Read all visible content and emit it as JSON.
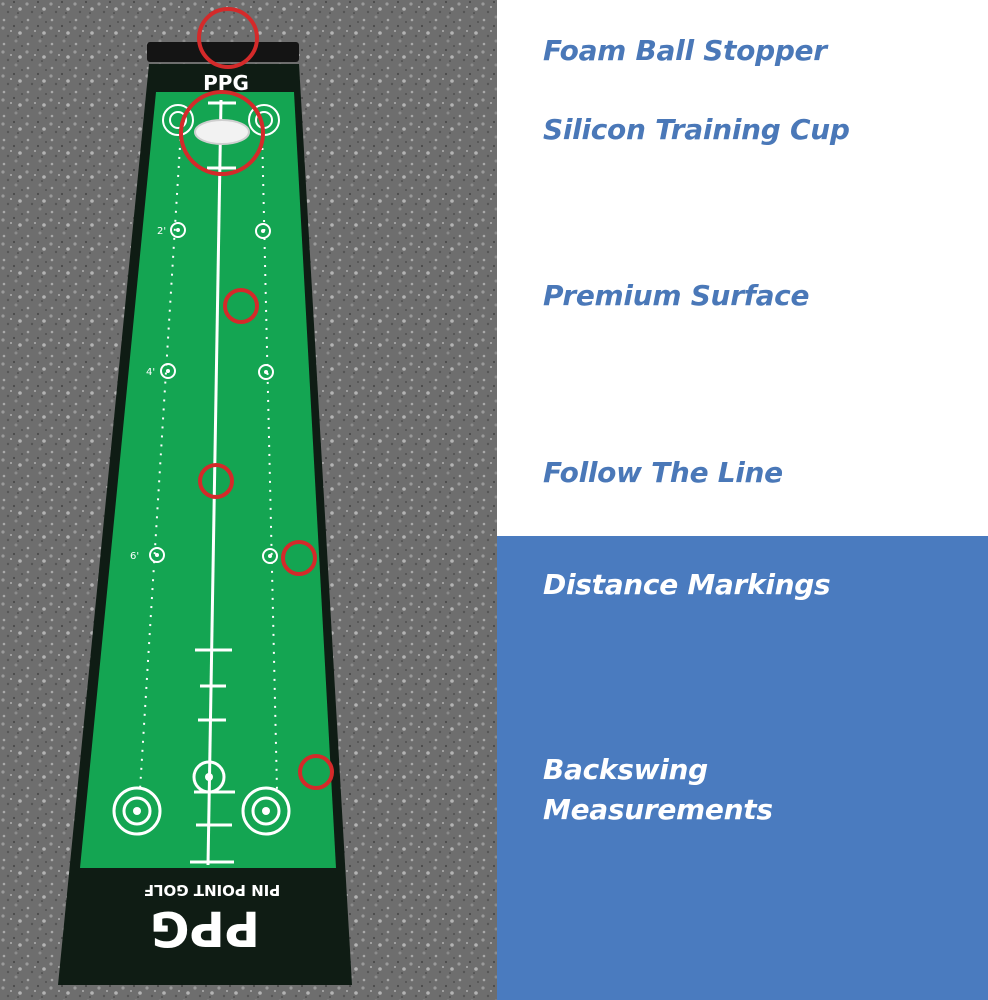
{
  "features": {
    "stopper": "Foam Ball Stopper",
    "cup": "Silicon Training Cup",
    "surface": "Premium Surface",
    "line": "Follow The Line",
    "distance": "Distance Markings",
    "backswing_1": "Backswing",
    "backswing_2": "Measurements"
  },
  "mat": {
    "brand_top": "PPG",
    "brand_bottom": "PPG",
    "brand_name": "PIN POINT GOLF",
    "marker_2": "2'",
    "marker_4": "4'",
    "marker_6": "6'"
  },
  "colors": {
    "mat_green": "#14a552",
    "mat_black": "#0f1c14",
    "asphalt": "#6f6f6f",
    "highlight_red": "#d42a2a",
    "panel_blue": "#4a7bbf",
    "heading_blue": "#4a78b8"
  }
}
